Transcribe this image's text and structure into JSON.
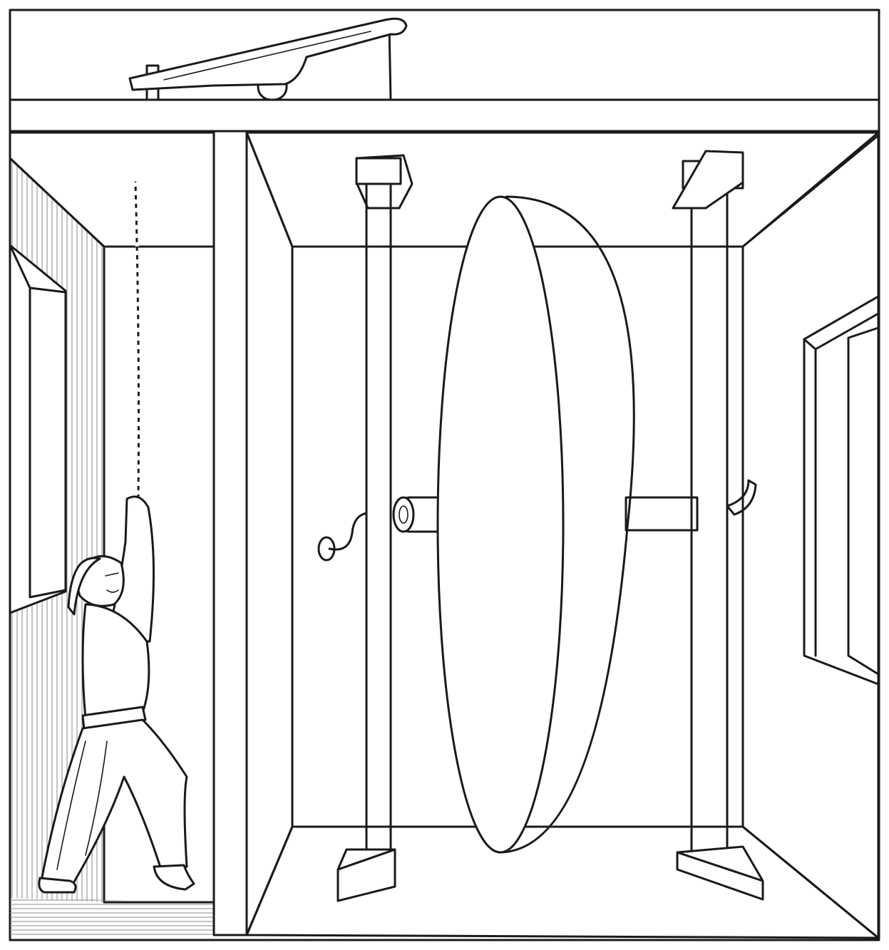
{
  "illustration": {
    "kind": "line-art engraving",
    "palette": {
      "ink": "#1a1a1a",
      "paper": "#ffffff",
      "hatch": "#7a7a7a"
    },
    "parts": [
      "roof-lever",
      "ceiling-beam",
      "bell-rope",
      "bell-ringer",
      "left-room",
      "partition-wall",
      "left-post",
      "right-post",
      "flywheel",
      "axle",
      "hand-crank",
      "right-window",
      "floor"
    ]
  }
}
